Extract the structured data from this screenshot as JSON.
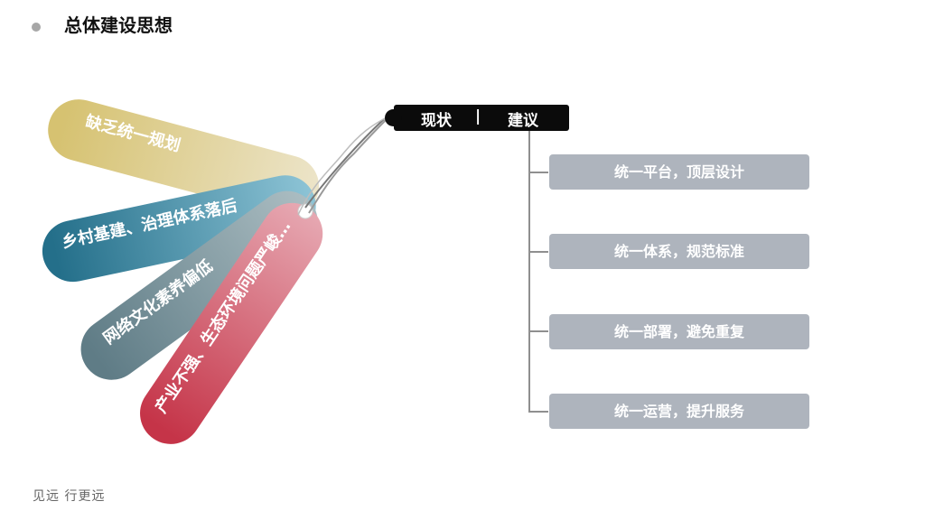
{
  "header": {
    "title": "总体建设思想"
  },
  "tags": [
    {
      "label": "缺乏统一规划",
      "color_start": "#d6c271",
      "color_end": "#ece4c8"
    },
    {
      "label": "乡村基建、治理体系落后",
      "color_start": "#246f8a",
      "color_end": "#8cc3d5"
    },
    {
      "label": "网络文化素养偏低",
      "color_start": "#5f7c86",
      "color_end": "#aabcc1"
    },
    {
      "label": "产业不强、生态环境问题严峻…",
      "color_start": "#c53448",
      "color_end": "#e6a7b1"
    }
  ],
  "label_tag": {
    "left": "现状",
    "separator": "|",
    "right": "建议"
  },
  "suggestions": [
    {
      "label": "统一平台，顶层设计"
    },
    {
      "label": "统一体系，规范标准"
    },
    {
      "label": "统一部署，避免重复"
    },
    {
      "label": "统一运营，提升服务"
    }
  ],
  "footer": {
    "text": "见远 行更远"
  }
}
